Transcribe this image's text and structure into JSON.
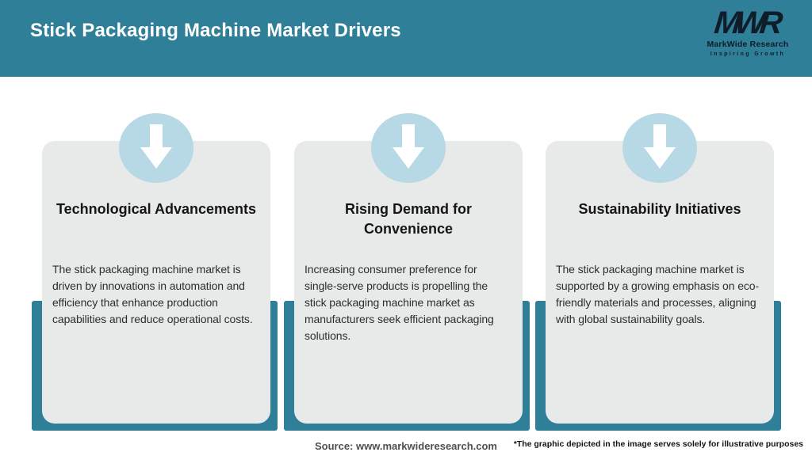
{
  "page": {
    "title": "Stick Packaging Machine Market Drivers",
    "source": "Source: www.markwideresearch.com",
    "disclaimer": "*The graphic depicted in the image serves solely for illustrative purposes"
  },
  "logo": {
    "monogram": "MWR",
    "name": "MarkWide Research",
    "tagline": "Inspiring Growth"
  },
  "colors": {
    "header_teal": "#2f7f99",
    "card_background": "#e8eaea",
    "arrow_circle_blue": "#b7d8e5",
    "title_text": "#151515",
    "body_text": "#2d2d2d"
  },
  "drivers": [
    {
      "icon": "down-arrow-icon",
      "title": "Technological Advancements",
      "body": "The stick packaging machine market is driven by innovations in automation and efficiency that enhance production capabilities and reduce operational costs."
    },
    {
      "icon": "down-arrow-icon",
      "title": "Rising Demand for Convenience",
      "body": "Increasing consumer preference for single-serve products is propelling the stick packaging machine market as manufacturers seek efficient packaging solutions."
    },
    {
      "icon": "down-arrow-icon",
      "title": "Sustainability Initiatives",
      "body": "The stick packaging machine market is supported by a growing emphasis on eco-friendly materials and processes, aligning with global sustainability goals."
    }
  ]
}
